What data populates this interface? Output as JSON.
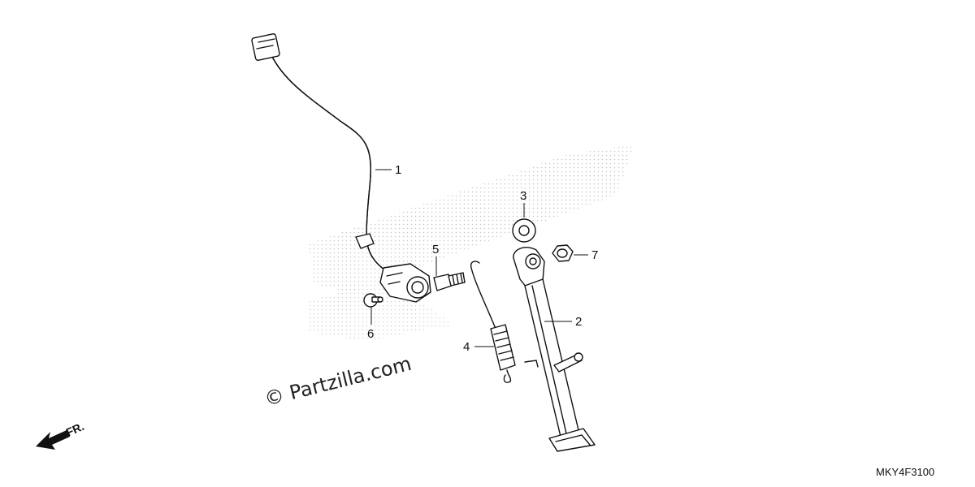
{
  "diagram": {
    "watermark": "© Partzilla.com",
    "drawing_code": "MKY4F3100",
    "direction_label": "FR.",
    "callouts": [
      "1",
      "2",
      "3",
      "4",
      "5",
      "6",
      "7"
    ]
  }
}
